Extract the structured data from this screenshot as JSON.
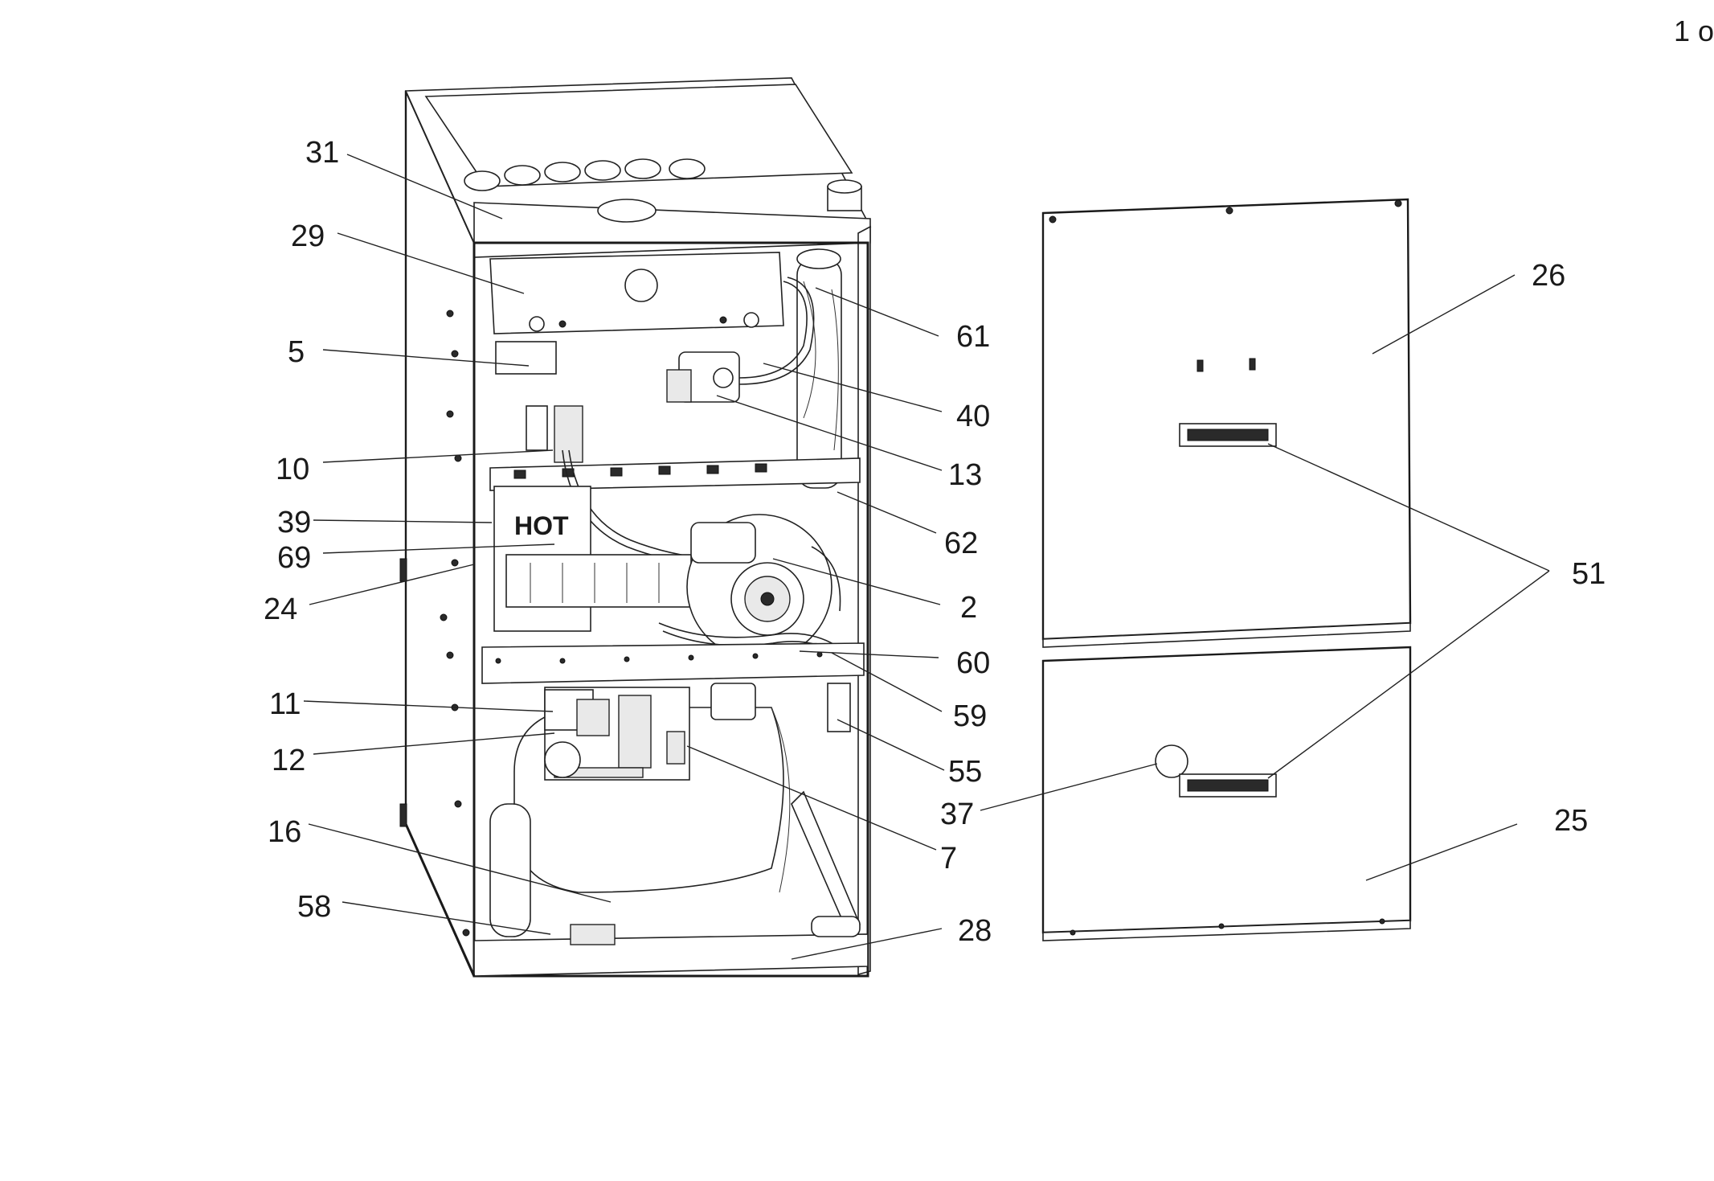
{
  "page_mark": "1 o",
  "hot_label": "HOT",
  "callouts": {
    "c31": "31",
    "c29": "29",
    "c5": "5",
    "c10": "10",
    "c39": "39",
    "c69": "69",
    "c24": "24",
    "c11": "11",
    "c12": "12",
    "c16": "16",
    "c58": "58",
    "c61": "61",
    "c40": "40",
    "c13": "13",
    "c62": "62",
    "c2": "2",
    "c60": "60",
    "c59": "59",
    "c55": "55",
    "c37": "37",
    "c7": "7",
    "c28": "28",
    "c26": "26",
    "c51": "51",
    "c25": "25"
  }
}
